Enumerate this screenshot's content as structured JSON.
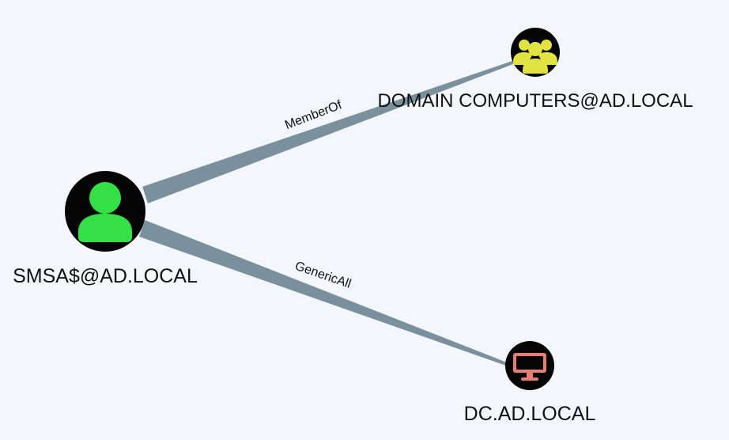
{
  "graph": {
    "background": "#f3f6fb",
    "edge_color": "#7a909c",
    "nodes": [
      {
        "id": "smsa",
        "label": "SMSA$@AD.LOCAL",
        "type": "user",
        "icon": "user-icon",
        "color": "#35e047"
      },
      {
        "id": "domain_computers",
        "label": "DOMAIN COMPUTERS@AD.LOCAL",
        "type": "group",
        "icon": "group-icon",
        "color": "#e2e340"
      },
      {
        "id": "dc",
        "label": "DC.AD.LOCAL",
        "type": "computer",
        "icon": "monitor-icon",
        "color": "#e67e73"
      }
    ],
    "edges": [
      {
        "source": "smsa",
        "target": "domain_computers",
        "label": "MemberOf"
      },
      {
        "source": "smsa",
        "target": "dc",
        "label": "GenericAll"
      }
    ]
  }
}
